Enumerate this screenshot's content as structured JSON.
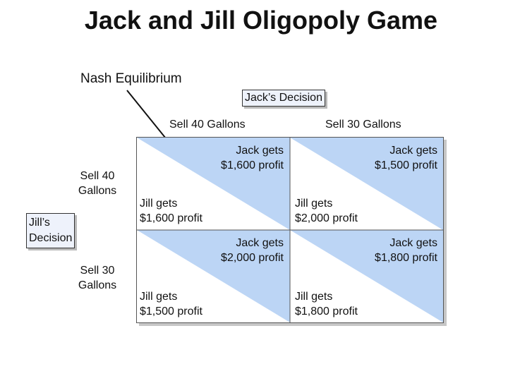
{
  "title": "Jack and Jill Oligopoly Game",
  "nash_label": "Nash Equilibrium",
  "jack_decision": "Jack’s Decision",
  "jill_decision": {
    "line1": "Jill’s",
    "line2": "Decision"
  },
  "columns": [
    "Sell 40 Gallons",
    "Sell 30 Gallons"
  ],
  "rows": [
    {
      "line1": "Sell 40",
      "line2": "Gallons"
    },
    {
      "line1": "Sell 30",
      "line2": "Gallons"
    }
  ],
  "cells": [
    {
      "jack1": "Jack gets",
      "jack2": "$1,600 profit",
      "jill1": "Jill gets",
      "jill2": "$1,600 profit"
    },
    {
      "jack1": "Jack gets",
      "jack2": "$1,500 profit",
      "jill1": "Jill gets",
      "jill2": "$2,000 profit"
    },
    {
      "jack1": "Jack gets",
      "jack2": "$2,000 profit",
      "jill1": "Jill gets",
      "jill2": "$1,500 profit"
    },
    {
      "jack1": "Jack gets",
      "jack2": "$1,800 profit",
      "jill1": "Jill gets",
      "jill2": "$1,800 profit"
    }
  ],
  "colors": {
    "shade": "#bcd5f5",
    "border": "#555555"
  }
}
